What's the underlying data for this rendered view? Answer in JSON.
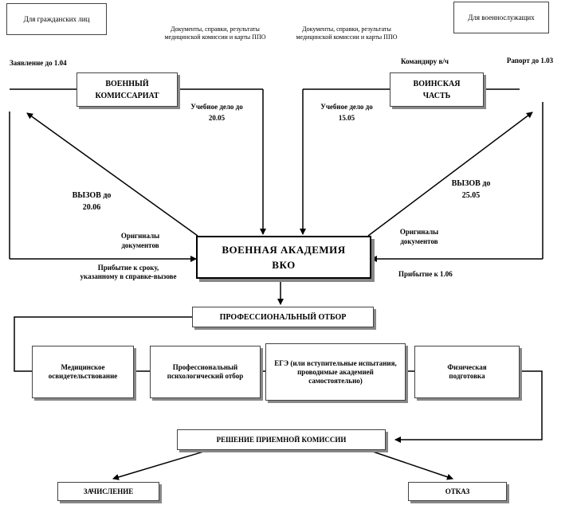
{
  "top_boxes": {
    "civilians": "Для гражданских лиц",
    "servicemen": "Для военнослужащих"
  },
  "docs_left": "Документы, справки, результаты медицинской комиссии и карты ППО",
  "docs_right": "Документы, справки, результаты медицинской комиссии и карты ППО",
  "application": "Заявление до 1.04",
  "commissariat": "ВОЕННЫЙ КОМИССАРИАТ",
  "unit": "ВОИНСКАЯ ЧАСТЬ",
  "to_commander": "Командиру в/ч",
  "report": "Рапорт до 1.03",
  "study_left": "Учебное дело до 20.05",
  "study_right": "Учебное дело до 15.05",
  "call_left": "ВЫЗОВ до 20.06",
  "call_right": "ВЫЗОВ до 25.05",
  "originals_left": "Оригиналы документов",
  "originals_right": "Оригиналы документов",
  "academy_line1": "ВОЕННАЯ АКАДЕМИЯ",
  "academy_line2": "ВКО",
  "arrival_left": "Прибытие к сроку, указанному в справке-вызове",
  "arrival_right": "Прибытие к 1.06",
  "selection": "ПРОФЕССИОНАЛЬНЫЙ ОТБОР",
  "stages": [
    "Медицинское освидетельствование",
    "Профессиональный психологический отбор",
    "ЕГЭ (или вступительные испытания, проводимые академией самостоятельно)",
    "Физическая подготовка"
  ],
  "decision": "РЕШЕНИЕ ПРИЕМНОЙ КОМИССИИ",
  "enroll": "ЗАЧИСЛЕНИЕ",
  "refusal": "ОТКАЗ"
}
